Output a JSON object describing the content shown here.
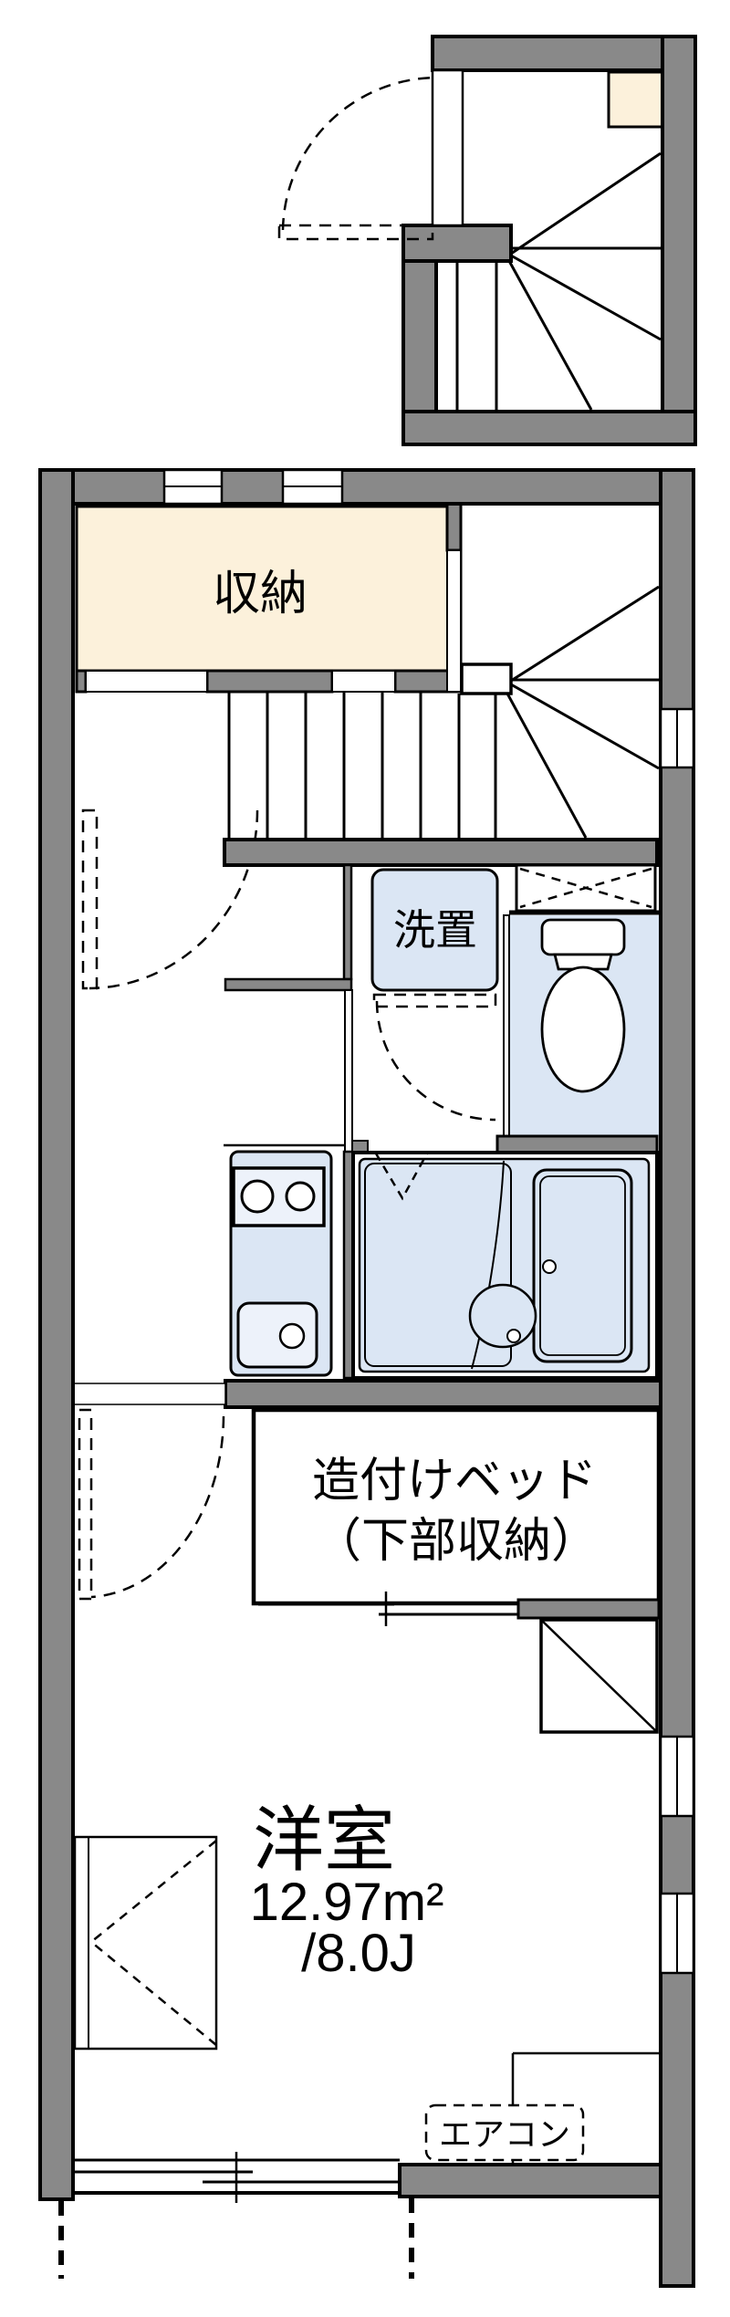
{
  "floorplan": {
    "rooms": {
      "storage": {
        "label": "収納"
      },
      "laundry": {
        "label": "洗置"
      },
      "built_in_bed": {
        "label_line1": "造付けベッド",
        "label_line2": "（下部収納）"
      },
      "western_room": {
        "label": "洋室",
        "area_sqm": "12.97m²",
        "area_tatami": "/8.0J"
      },
      "aircon": {
        "label": "エアコン"
      }
    },
    "colors": {
      "wall_gray": "#898989",
      "storage_cream": "#FCF1DB",
      "fixture_blue": "#DBE6F4",
      "line_black": "#000000",
      "background": "#FFFFFF"
    }
  }
}
